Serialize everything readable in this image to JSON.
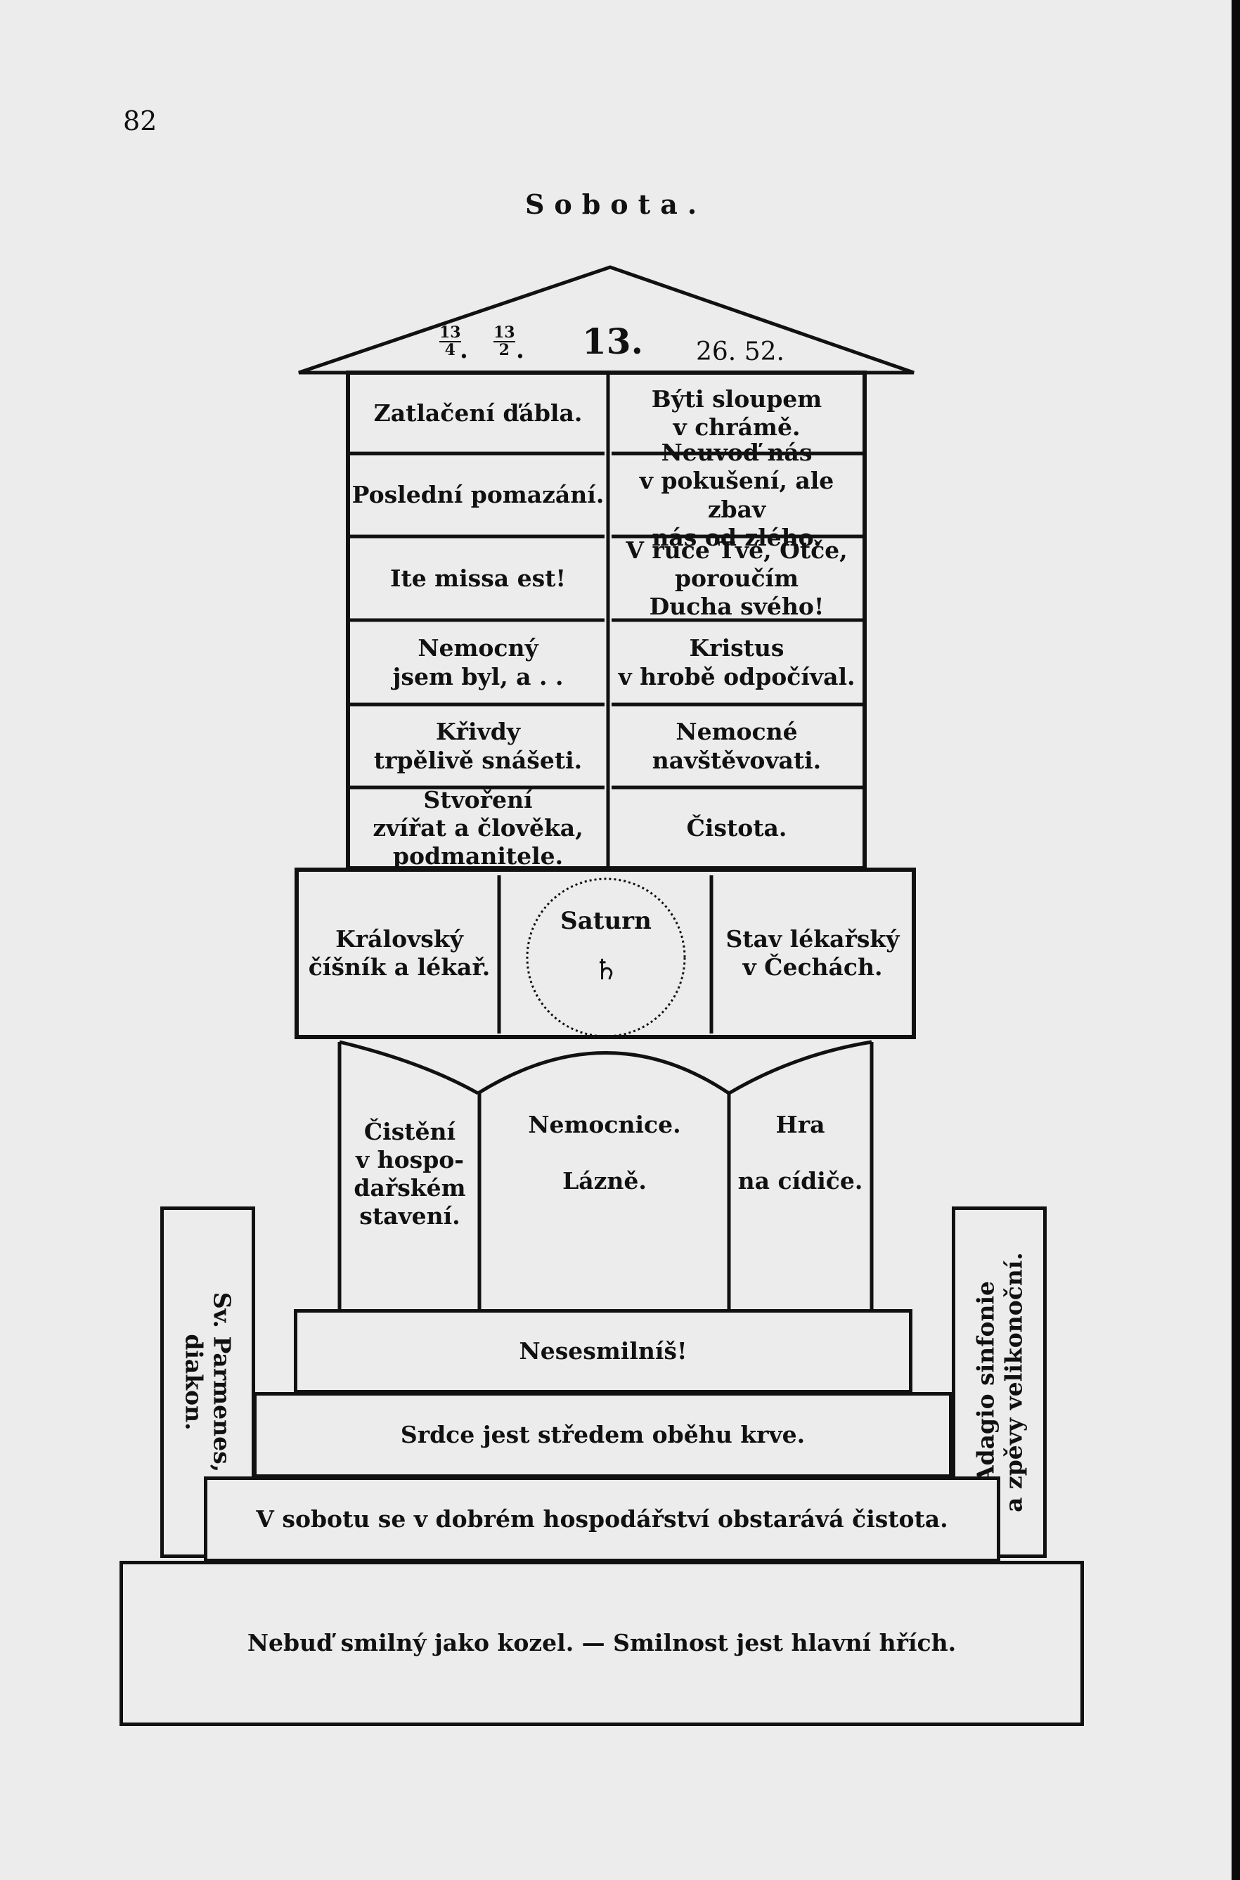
{
  "page_number": "82",
  "title": "Sobota.",
  "roof": {
    "frac1": {
      "num": "13",
      "den": "4"
    },
    "frac2": {
      "num": "13",
      "den": "2"
    },
    "sep": ".",
    "main_number": "13.",
    "right_numbers": "26. 52."
  },
  "tower": {
    "left": [
      "Zatlačení ďábla.",
      "Poslední pomazání.",
      "Ite missa est!",
      "Nemocný\njsem byl, a . .",
      "Křivdy\ntrpělivě snášeti.",
      "Stvoření\nzvířat a člověka,\npodmanitele."
    ],
    "right": [
      "Býti sloupem\nv chrámě.",
      "Neuvoď nás\nv pokušení, ale zbav\nnás od zlého.",
      "V ruce Tvé, Otče,\nporoučím\nDucha svého!",
      "Kristus\nv hrobě odpočíval.",
      "Nemocné\nnavštěvovati.",
      "Čistota."
    ]
  },
  "band": {
    "left": "Královský\nčíšník a lékař.",
    "planet": "Saturn",
    "planet_symbol": "♄",
    "right": "Stav lékařský\nv Čechách."
  },
  "portico": {
    "left": "Čistění\nv hospo-\ndařském\nstavení.",
    "center": "Nemocnice.\n\nLázně.",
    "right": "Hra\n\nna cídiče."
  },
  "pillars": {
    "left": "Sv. Parmenes,\ndiakon.",
    "right": "Adagio sinfonie\na zpěvy velikonoční."
  },
  "steps": [
    "Nesesmilníš!",
    "Srdce jest středem oběhu krve.",
    "V sobotu se v dobrém hospodářství obstarává čistota.",
    "Nebuď smilný jako kozel. — Smilnost jest hlavní hřích."
  ]
}
